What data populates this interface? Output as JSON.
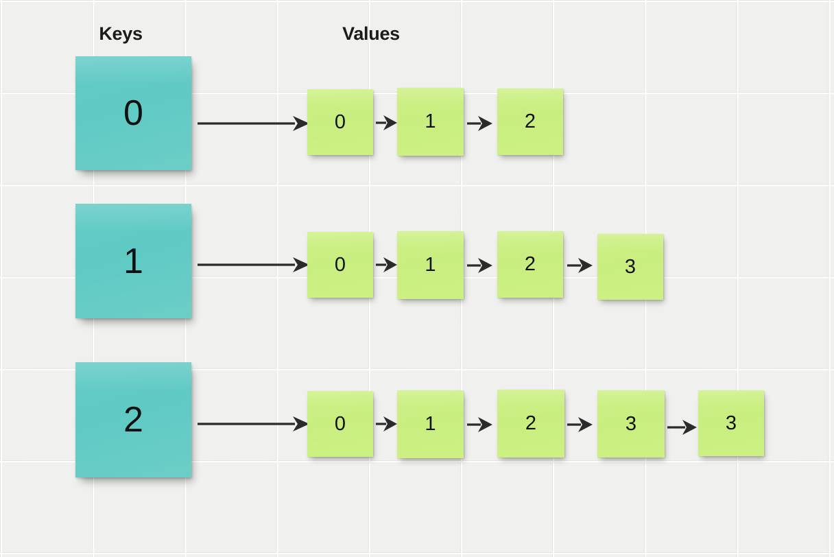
{
  "diagram": {
    "title": "Keys and Values mapping diagram",
    "type": "hash-table-buckets",
    "background_color": "#f0f0ee",
    "grid_color": "#d8d8d4",
    "key_card_color": "#5fc9c4",
    "value_card_color": "#c9ee80",
    "arrow_color": "#2b2b2b"
  },
  "headings": {
    "keys": "Keys",
    "values": "Values"
  },
  "rows": [
    {
      "key": "0",
      "values": [
        "0",
        "1",
        "2"
      ]
    },
    {
      "key": "1",
      "values": [
        "0",
        "1",
        "2",
        "3"
      ]
    },
    {
      "key": "2",
      "values": [
        "0",
        "1",
        "2",
        "3",
        "3"
      ]
    }
  ]
}
